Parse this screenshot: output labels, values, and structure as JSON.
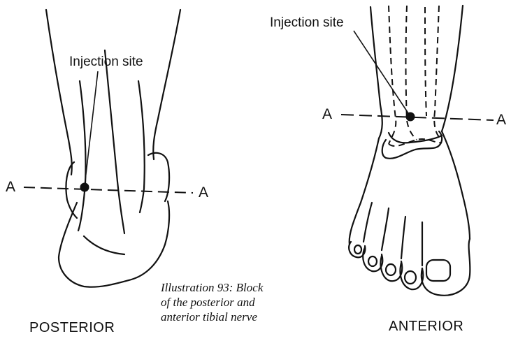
{
  "posterior": {
    "injection_label": "Injection site",
    "axis_left": "A",
    "axis_right": "A",
    "view_title": "POSTERIOR"
  },
  "anterior": {
    "injection_label": "Injection site",
    "axis_left": "A",
    "axis_right": "A",
    "view_title": "ANTERIOR"
  },
  "caption": {
    "line1": "Illustration 93: Block",
    "line2": "of the posterior and",
    "line3": "anterior tibial nerve"
  },
  "colors": {
    "ink": "#111111",
    "background": "#ffffff"
  }
}
